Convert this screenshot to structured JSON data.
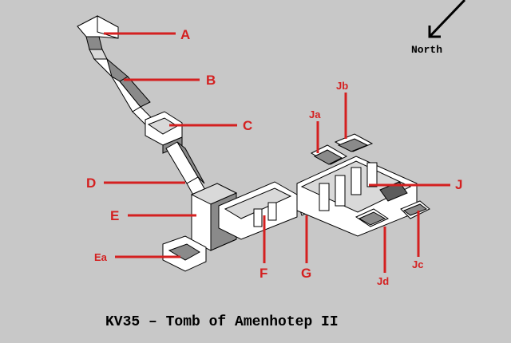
{
  "title": "KV35 – Tomb of Amenhotep II",
  "compass": {
    "label": "North",
    "icon": "north-arrow-icon"
  },
  "labels": {
    "A": "A",
    "B": "B",
    "C": "C",
    "D": "D",
    "E": "E",
    "Ea": "Ea",
    "F": "F",
    "G": "G",
    "J": "J",
    "Ja": "Ja",
    "Jb": "Jb",
    "Jc": "Jc",
    "Jd": "Jd"
  },
  "colors": {
    "background": "#c8c8c8",
    "label": "#d42020",
    "walls": "#ffffff",
    "shadow": "#8a8a8a"
  }
}
